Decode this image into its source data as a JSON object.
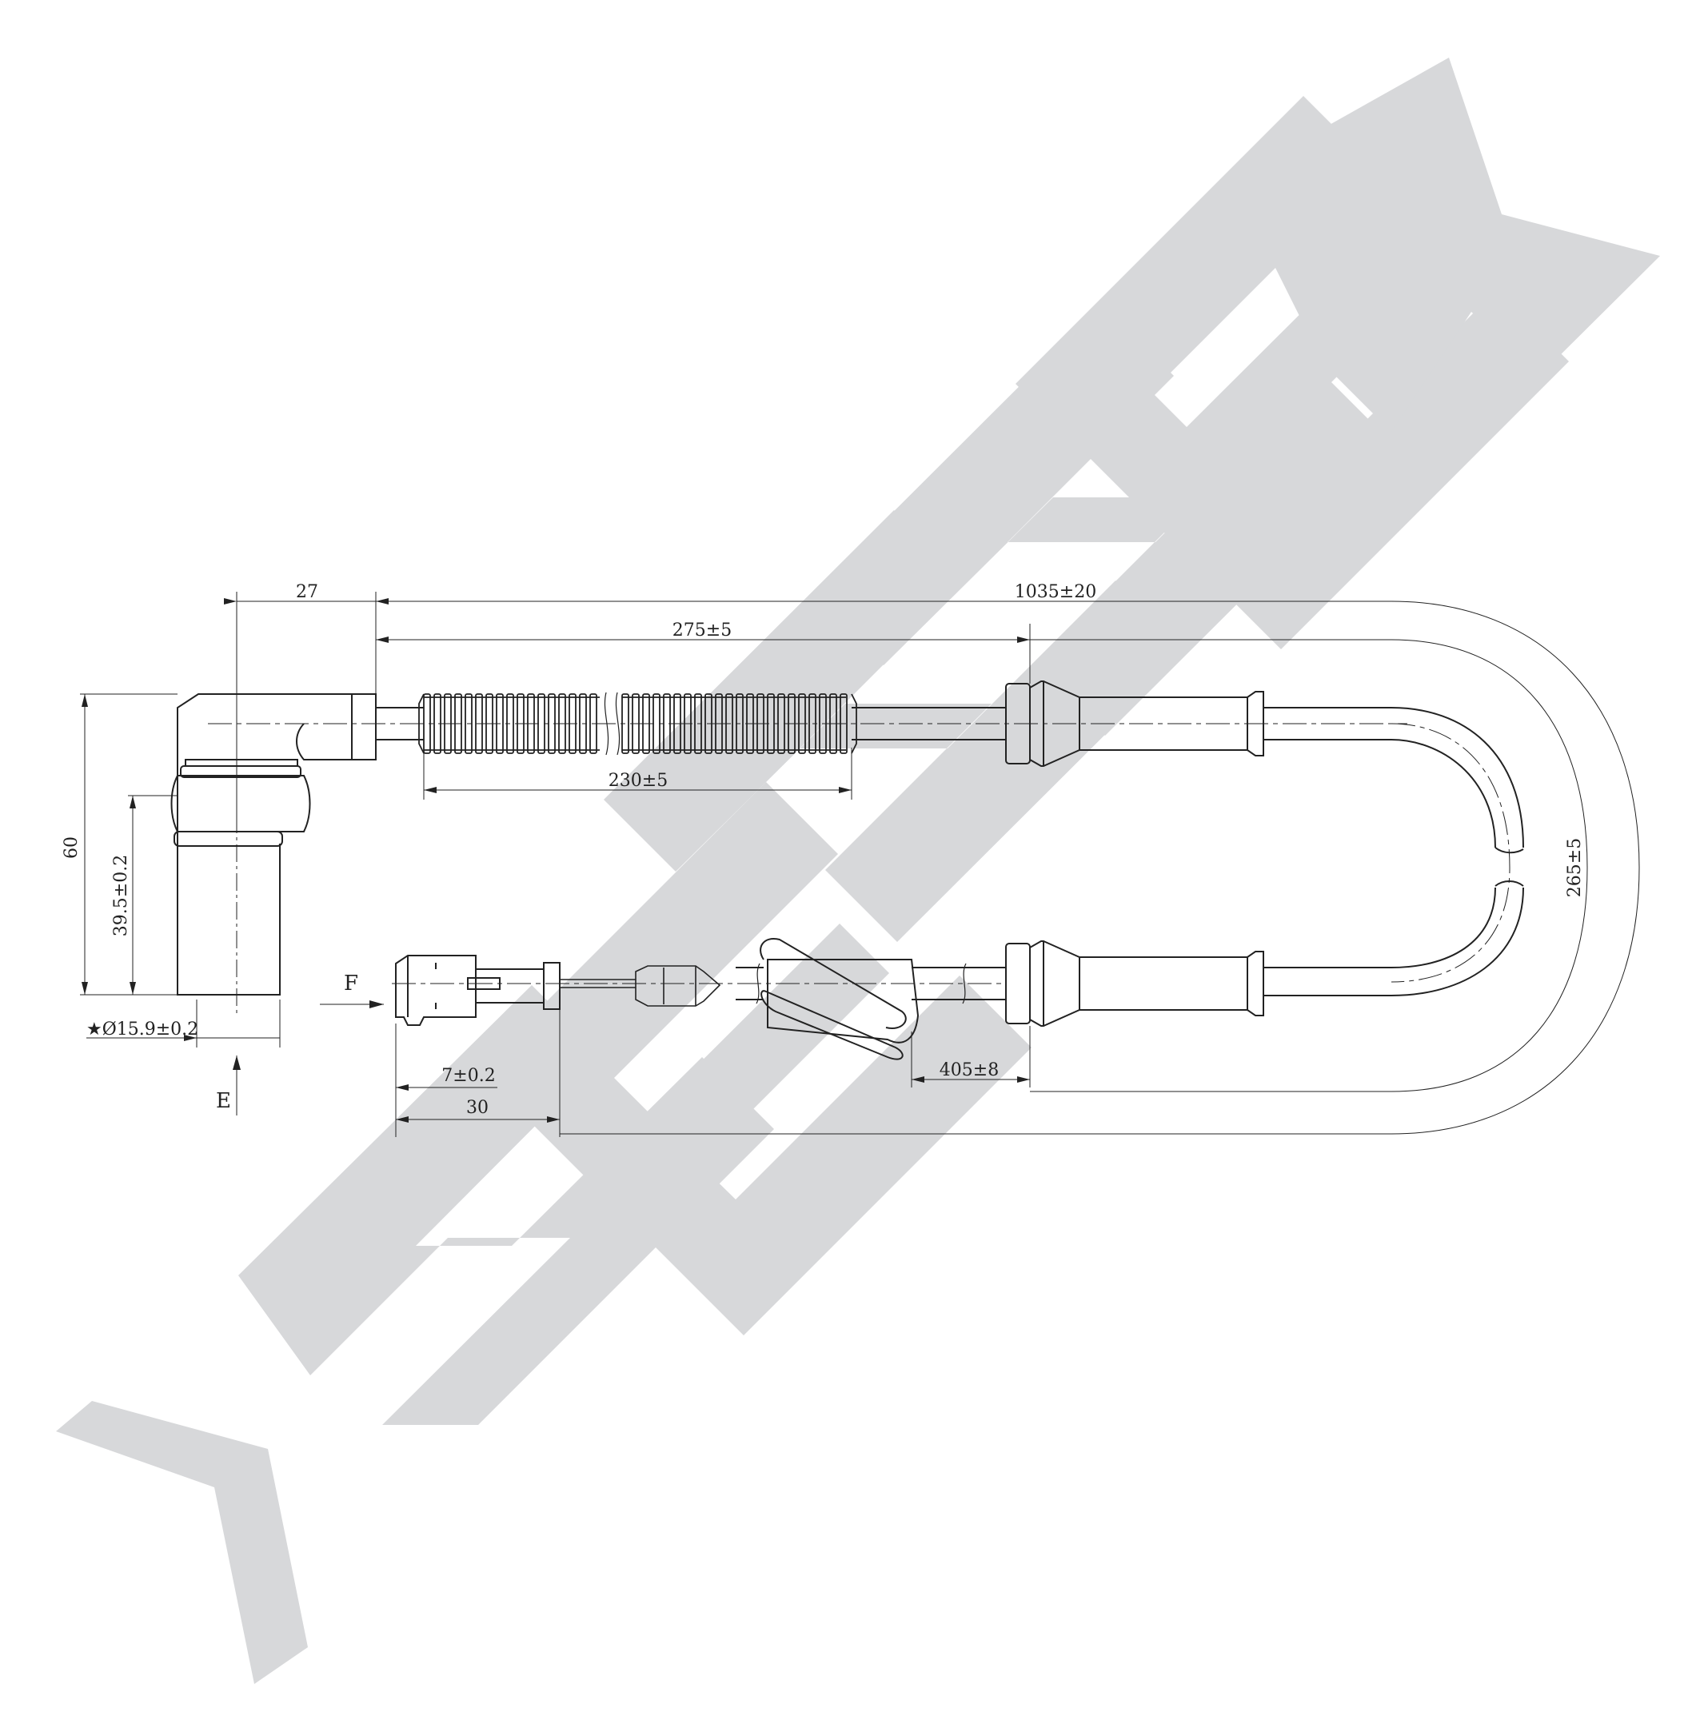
{
  "watermark": {
    "text": "ZENNEK",
    "color": "#d7d8da"
  },
  "dimensions": {
    "d27": "27",
    "d1035": "1035±20",
    "d275": "275±5",
    "d230": "230±5",
    "d60": "60",
    "d39_5": "39.5±0.2",
    "d15_9": "★Ø15.9±0.2",
    "d265": "265±5",
    "d405": "405±8",
    "d7": "7±0.2",
    "d30": "30"
  },
  "view_labels": {
    "e": "E",
    "f": "F"
  },
  "colors": {
    "line": "#222222",
    "watermark": "#d7d8da"
  }
}
